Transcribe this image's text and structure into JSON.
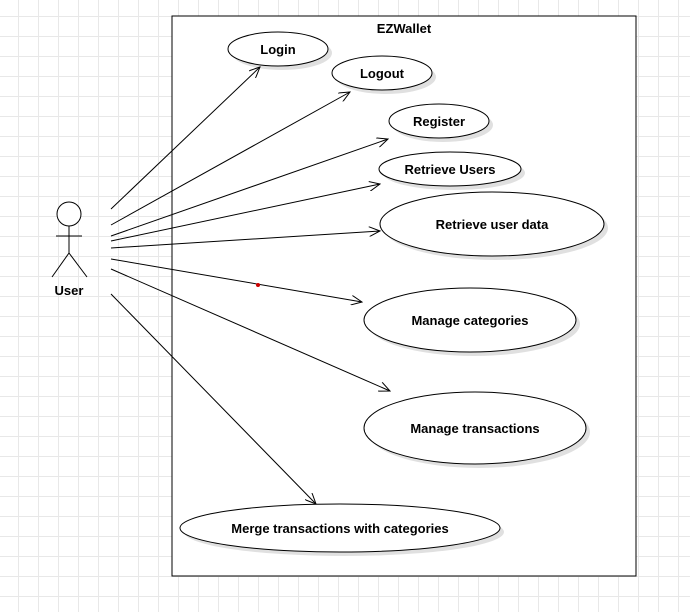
{
  "system": {
    "name": "EZWallet"
  },
  "actor": {
    "name": "User"
  },
  "use_cases": [
    {
      "label": "Login"
    },
    {
      "label": "Logout"
    },
    {
      "label": "Register"
    },
    {
      "label": "Retrieve Users"
    },
    {
      "label": "Retrieve user data"
    },
    {
      "label": "Manage categories"
    },
    {
      "label": "Manage transactions"
    },
    {
      "label": "Merge transactions with categories"
    }
  ],
  "colors": {
    "stroke": "#000000",
    "grid": "#e8e8e8",
    "background": "#ffffff",
    "marker": "#cc0000"
  }
}
